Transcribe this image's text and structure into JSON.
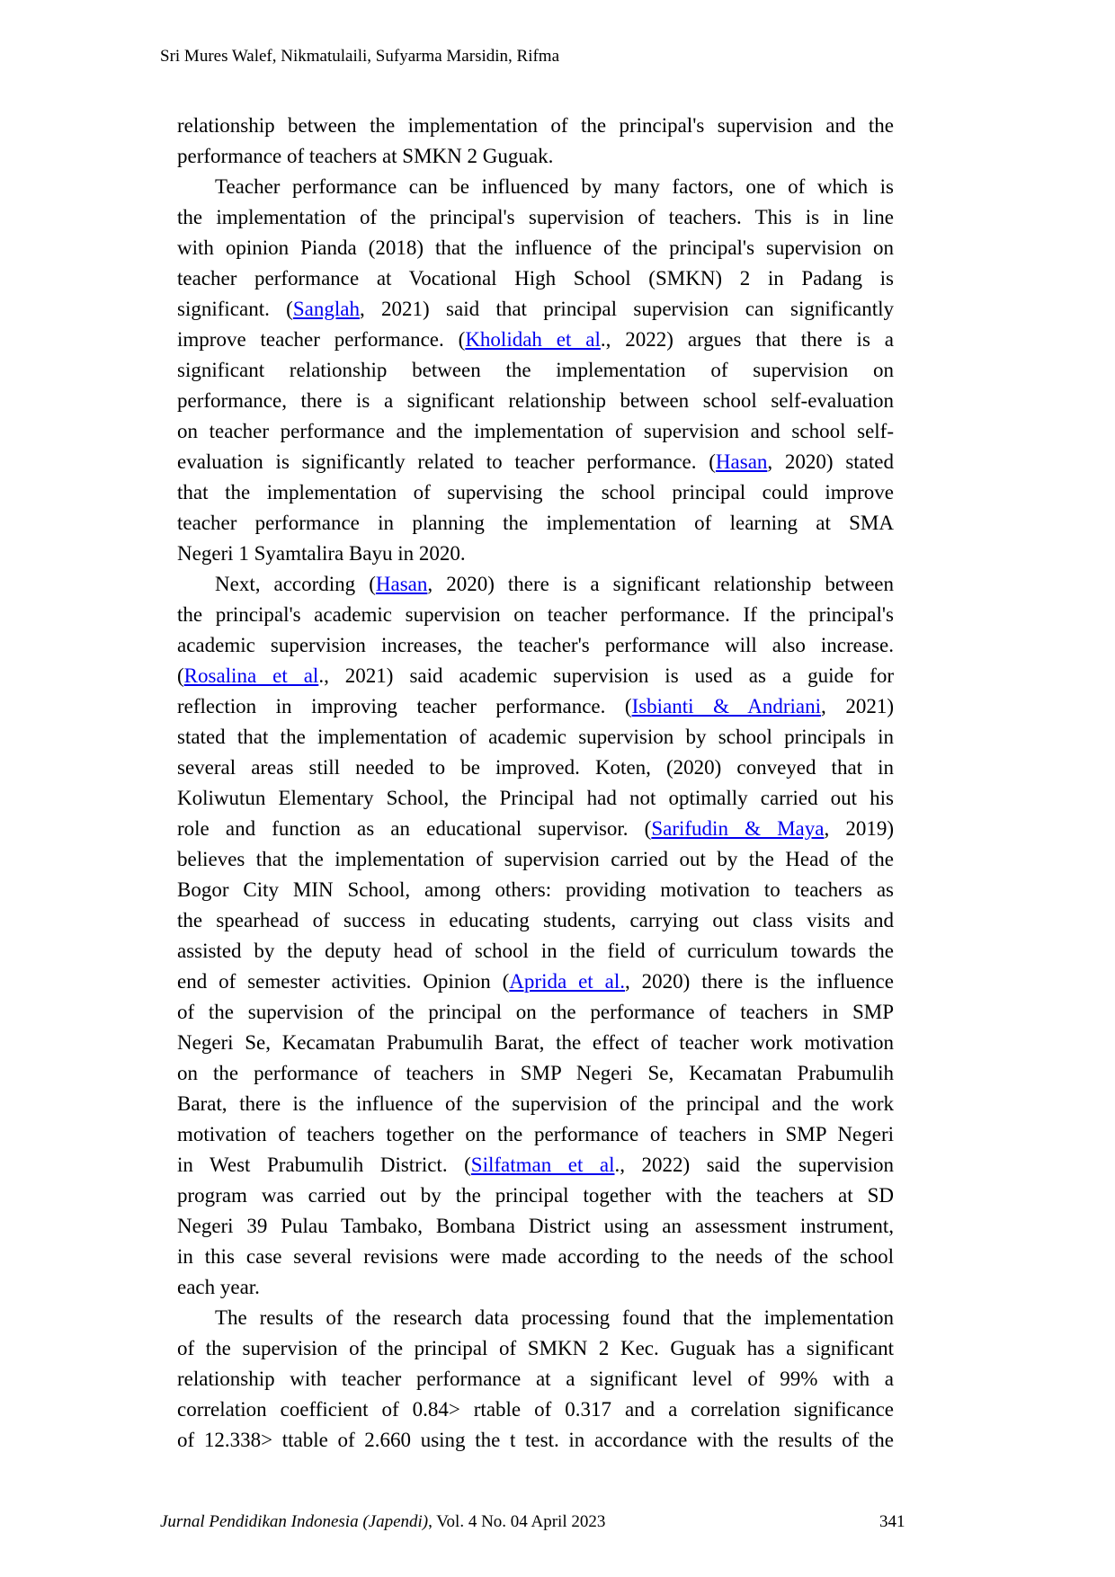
{
  "header": {
    "authors": "Sri Mures Walef, Nikmatulaili, Sufyarma Marsidin, Rifma"
  },
  "link_color": "#0000ee",
  "paragraphs": [
    {
      "indent": false,
      "lines": [
        [
          {
            "t": "relationship between the implementation of the principal's supervision and the"
          }
        ],
        [
          {
            "t": "performance of teachers at SMKN 2 Guguak."
          }
        ]
      ]
    },
    {
      "indent": true,
      "lines": [
        [
          {
            "t": "Teacher performance can be influenced by many factors, one of which is"
          }
        ],
        [
          {
            "t": "the implementation of the principal's supervision of teachers. This is in line"
          }
        ],
        [
          {
            "t": "with opinion Pianda (2018) that the influence of the principal's supervision on"
          }
        ],
        [
          {
            "t": "teacher performance at Vocational High School (SMKN) 2 in Padang is"
          }
        ],
        [
          {
            "t": "significant. ("
          },
          {
            "t": "Sanglah",
            "link": true
          },
          {
            "t": ", 2021) said that principal supervision can significantly"
          }
        ],
        [
          {
            "t": "improve teacher performance. ("
          },
          {
            "t": "Kholidah et al",
            "link": true
          },
          {
            "t": "., 2022) argues that there is a"
          }
        ],
        [
          {
            "t": "significant relationship between the implementation of supervision on"
          }
        ],
        [
          {
            "t": "performance, there is a significant relationship between school self-evaluation"
          }
        ],
        [
          {
            "t": "on teacher performance and the implementation of supervision and school self-"
          }
        ],
        [
          {
            "t": "evaluation is significantly related to teacher performance. ("
          },
          {
            "t": "Hasan",
            "link": true
          },
          {
            "t": ", 2020) stated"
          }
        ],
        [
          {
            "t": "that the implementation of supervising the school principal could improve"
          }
        ],
        [
          {
            "t": "teacher performance in planning the implementation of learning at SMA"
          }
        ],
        [
          {
            "t": "Negeri 1 Syamtalira Bayu in 2020."
          }
        ]
      ]
    },
    {
      "indent": true,
      "lines": [
        [
          {
            "t": "Next, according ("
          },
          {
            "t": "Hasan",
            "link": true
          },
          {
            "t": ", 2020) there is a significant relationship between"
          }
        ],
        [
          {
            "t": "the principal's academic supervision on teacher performance. If the principal's"
          }
        ],
        [
          {
            "t": "academic supervision increases, the teacher's performance will also increase."
          }
        ],
        [
          {
            "t": "("
          },
          {
            "t": "Rosalina et al",
            "link": true
          },
          {
            "t": "., 2021) said academic supervision is used as a guide for"
          }
        ],
        [
          {
            "t": "reflection in improving teacher performance. ("
          },
          {
            "t": "Isbianti & Andriani",
            "link": true
          },
          {
            "t": ", 2021)"
          }
        ],
        [
          {
            "t": "stated that the implementation of academic supervision by school principals in"
          }
        ],
        [
          {
            "t": "several areas still needed to be improved. Koten, (2020) conveyed that in"
          }
        ],
        [
          {
            "t": "Koliwutun Elementary School, the Principal had not optimally carried out his"
          }
        ],
        [
          {
            "t": "role and function as an educational supervisor. ("
          },
          {
            "t": "Sarifudin & Maya",
            "link": true
          },
          {
            "t": ", 2019)"
          }
        ],
        [
          {
            "t": "believes that the implementation of supervision carried out by the Head of the"
          }
        ],
        [
          {
            "t": "Bogor City MIN School, among others: providing motivation to teachers as"
          }
        ],
        [
          {
            "t": "the spearhead of success in educating students, carrying out class visits and"
          }
        ],
        [
          {
            "t": "assisted by the deputy head of school in the field of curriculum towards the"
          }
        ],
        [
          {
            "t": "end of semester activities. Opinion ("
          },
          {
            "t": "Aprida et al.",
            "link": true
          },
          {
            "t": ", 2020) there is the influence"
          }
        ],
        [
          {
            "t": "of the supervision of the principal on the performance of teachers in SMP"
          }
        ],
        [
          {
            "t": "Negeri Se, Kecamatan Prabumulih Barat, the effect of teacher work motivation"
          }
        ],
        [
          {
            "t": "on the performance of teachers in SMP Negeri Se, Kecamatan Prabumulih"
          }
        ],
        [
          {
            "t": "Barat, there is the influence of the supervision of the principal and the work"
          }
        ],
        [
          {
            "t": "motivation of teachers together on the performance of teachers in SMP Negeri"
          }
        ],
        [
          {
            "t": "in West Prabumulih District. ("
          },
          {
            "t": "Silfatman et al",
            "link": true
          },
          {
            "t": "., 2022) said the supervision"
          }
        ],
        [
          {
            "t": "program was carried out by the principal together with the teachers at SD"
          }
        ],
        [
          {
            "t": "Negeri 39 Pulau Tambako, Bombana District using an assessment instrument,"
          }
        ],
        [
          {
            "t": "in this case several revisions were made according to the needs of the school"
          }
        ],
        [
          {
            "t": "each year."
          }
        ]
      ]
    },
    {
      "indent": true,
      "continues": true,
      "lines": [
        [
          {
            "t": "The results of the research data processing found that the implementation"
          }
        ],
        [
          {
            "t": "of the supervision of the principal of SMKN 2 Kec. Guguak has a significant"
          }
        ],
        [
          {
            "t": "relationship with teacher performance at a significant level of 99% with a"
          }
        ],
        [
          {
            "t": "correlation coefficient of 0.84> rtable of 0.317 and a correlation significance"
          }
        ],
        [
          {
            "t": "of 12.338> ttable of 2.660 using the t test. in accordance with the results of the"
          }
        ]
      ]
    }
  ],
  "footer": {
    "journal": "Jurnal Pendidikan Indonesia (Japendi)",
    "issue": ", Vol. 4 No. 04 April 2023",
    "page_number": "341"
  }
}
